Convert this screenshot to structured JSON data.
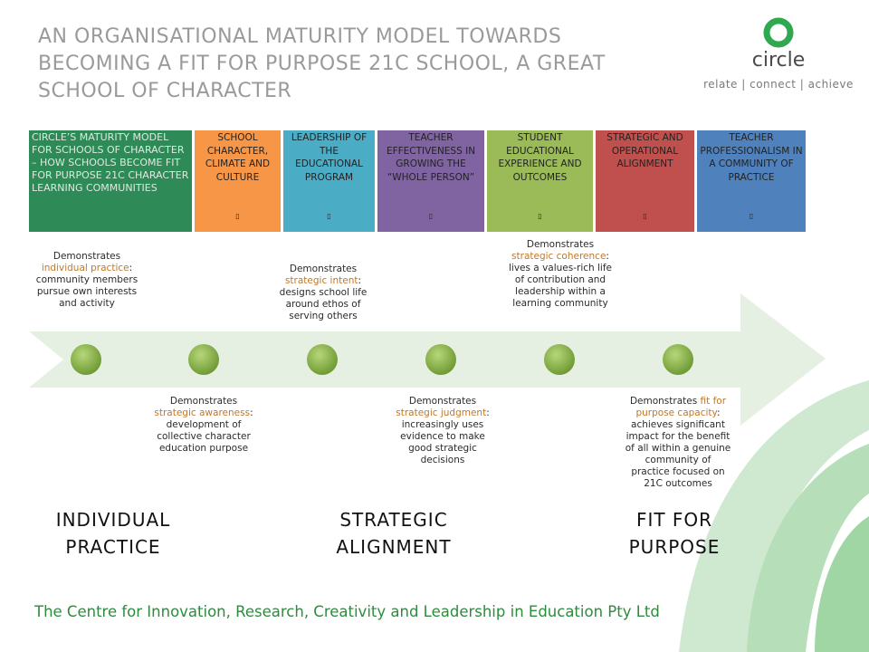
{
  "title": "AN ORGANISATIONAL MATURITY MODEL TOWARDS BECOMING A FIT FOR PURPOSE 21C SCHOOL, A GREAT SCHOOL OF CHARACTER",
  "logo": {
    "word": "circle",
    "tagline": "relate | connect | achieve",
    "ring_color": "#2fa84f"
  },
  "header_cells": [
    {
      "text": "CIRCLE’S MATURITY MODEL FOR SCHOOLS OF CHARACTER – HOW SCHOOLS BECOME FIT FOR PURPOSE 21C CHARACTER LEARNING COMMUNITIES",
      "color": "#2e8b57",
      "marker": ""
    },
    {
      "text": "SCHOOL CHARACTER, CLIMATE AND CULTURE",
      "color": "#f79646",
      "marker": "▯"
    },
    {
      "text": "LEADERSHIP OF THE EDUCATIONAL PROGRAM",
      "color": "#4bacc6",
      "marker": "▯"
    },
    {
      "text": "TEACHER EFFECTIVENESS IN GROWING THE “WHOLE PERSON”",
      "color": "#8064a2",
      "marker": "▯"
    },
    {
      "text": "STUDENT EDUCATIONAL EXPERIENCE AND OUTCOMES",
      "color": "#9bbb59",
      "marker": "▯"
    },
    {
      "text": "STRATEGIC AND OPERATIONAL ALIGNMENT",
      "color": "#c0504d",
      "marker": "▯"
    },
    {
      "text": "TEACHER PROFESSIONALISM IN A COMMUNITY OF PRACTICE",
      "color": "#4f81bd",
      "marker": "▯"
    }
  ],
  "notes": {
    "n1": {
      "pre": "Demonstrates",
      "hl": "individual practice",
      "post": ": community members pursue own interests and activity"
    },
    "n2": {
      "pre": "Demonstrates",
      "hl": "strategic awareness",
      "post": ": development of collective character education purpose"
    },
    "n3": {
      "pre": "Demonstrates",
      "hl": "strategic intent",
      "post": ": designs school life around ethos of serving others"
    },
    "n4": {
      "pre": "Demonstrates",
      "hl": "strategic judgment",
      "post": ": increasingly uses evidence to make good strategic decisions"
    },
    "n5": {
      "pre": "Demonstrates",
      "hl": "strategic coherence",
      "post": ": lives a values-rich life of contribution and leadership within a learning community"
    },
    "n6": {
      "pre": "Demonstrates",
      "hl": "fit for purpose capacity",
      "post": ": achieves significant impact for the benefit of all within a genuine community of practice focused on 21C outcomes"
    }
  },
  "stage_labels": {
    "individual": "INDIVIDUAL PRACTICE",
    "strategic": "STRATEGIC ALIGNMENT",
    "fit": "FIT FOR PURPOSE"
  },
  "footer": "The Centre for Innovation, Research, Creativity and Leadership in Education Pty Ltd",
  "colors": {
    "arrow": "#e6f0e2",
    "dot": "#8fb84a",
    "highlight": "#c0782a",
    "footer": "#2e8b3e",
    "deco_green": "#9fd6a3"
  }
}
